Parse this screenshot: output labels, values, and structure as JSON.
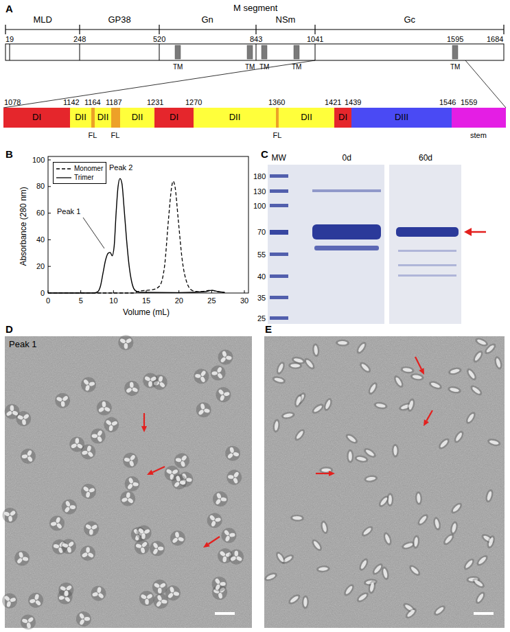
{
  "diagram": {
    "nodes": [
      {
        "text": [
          "DI"
        ]
      },
      {
        "text": [
          "DII"
        ]
      },
      {
        "text": [
          "DII"
        ]
      },
      {
        "text": [
          "DII"
        ]
      },
      {
        "text": [
          "DI"
        ]
      },
      {
        "text": [
          "DII"
        ]
      },
      {
        "text": [
          "DII"
        ]
      },
      {
        "text": [
          "DI"
        ]
      },
      {
        "text": [
          "DIII"
        ]
      },
      {
        "text": [
          "Peak 1"
        ]
      }
    ],
    "labels": [
      "A",
      "M segment",
      "MLD",
      "GP38",
      "Gn",
      "NSm",
      "Gc",
      "19",
      "248",
      "520",
      "843",
      "1041",
      "1595",
      "1684",
      "TM",
      "TM",
      "TM",
      "TM",
      "TM",
      "1078",
      "1142",
      "1164",
      "1187",
      "1231",
      "1270",
      "1360",
      "1421",
      "1439",
      "1546",
      "1559",
      "FL",
      "FL",
      "FL",
      "stem",
      "B",
      "0",
      "20",
      "40",
      "60",
      "80",
      "100",
      "0",
      "5",
      "10",
      "15",
      "20",
      "25",
      "30",
      "Absorbance (280 nm)",
      "Volume (mL)",
      "Peak 1",
      "Peak 2",
      "C",
      "MW",
      "0d",
      "60d",
      "180",
      "130",
      "100",
      "70",
      "55",
      "40",
      "35",
      "25",
      "D",
      "E"
    ],
    "legend": [
      {
        "text": "Monomer"
      },
      {
        "text": "Trimer"
      }
    ]
  }
}
